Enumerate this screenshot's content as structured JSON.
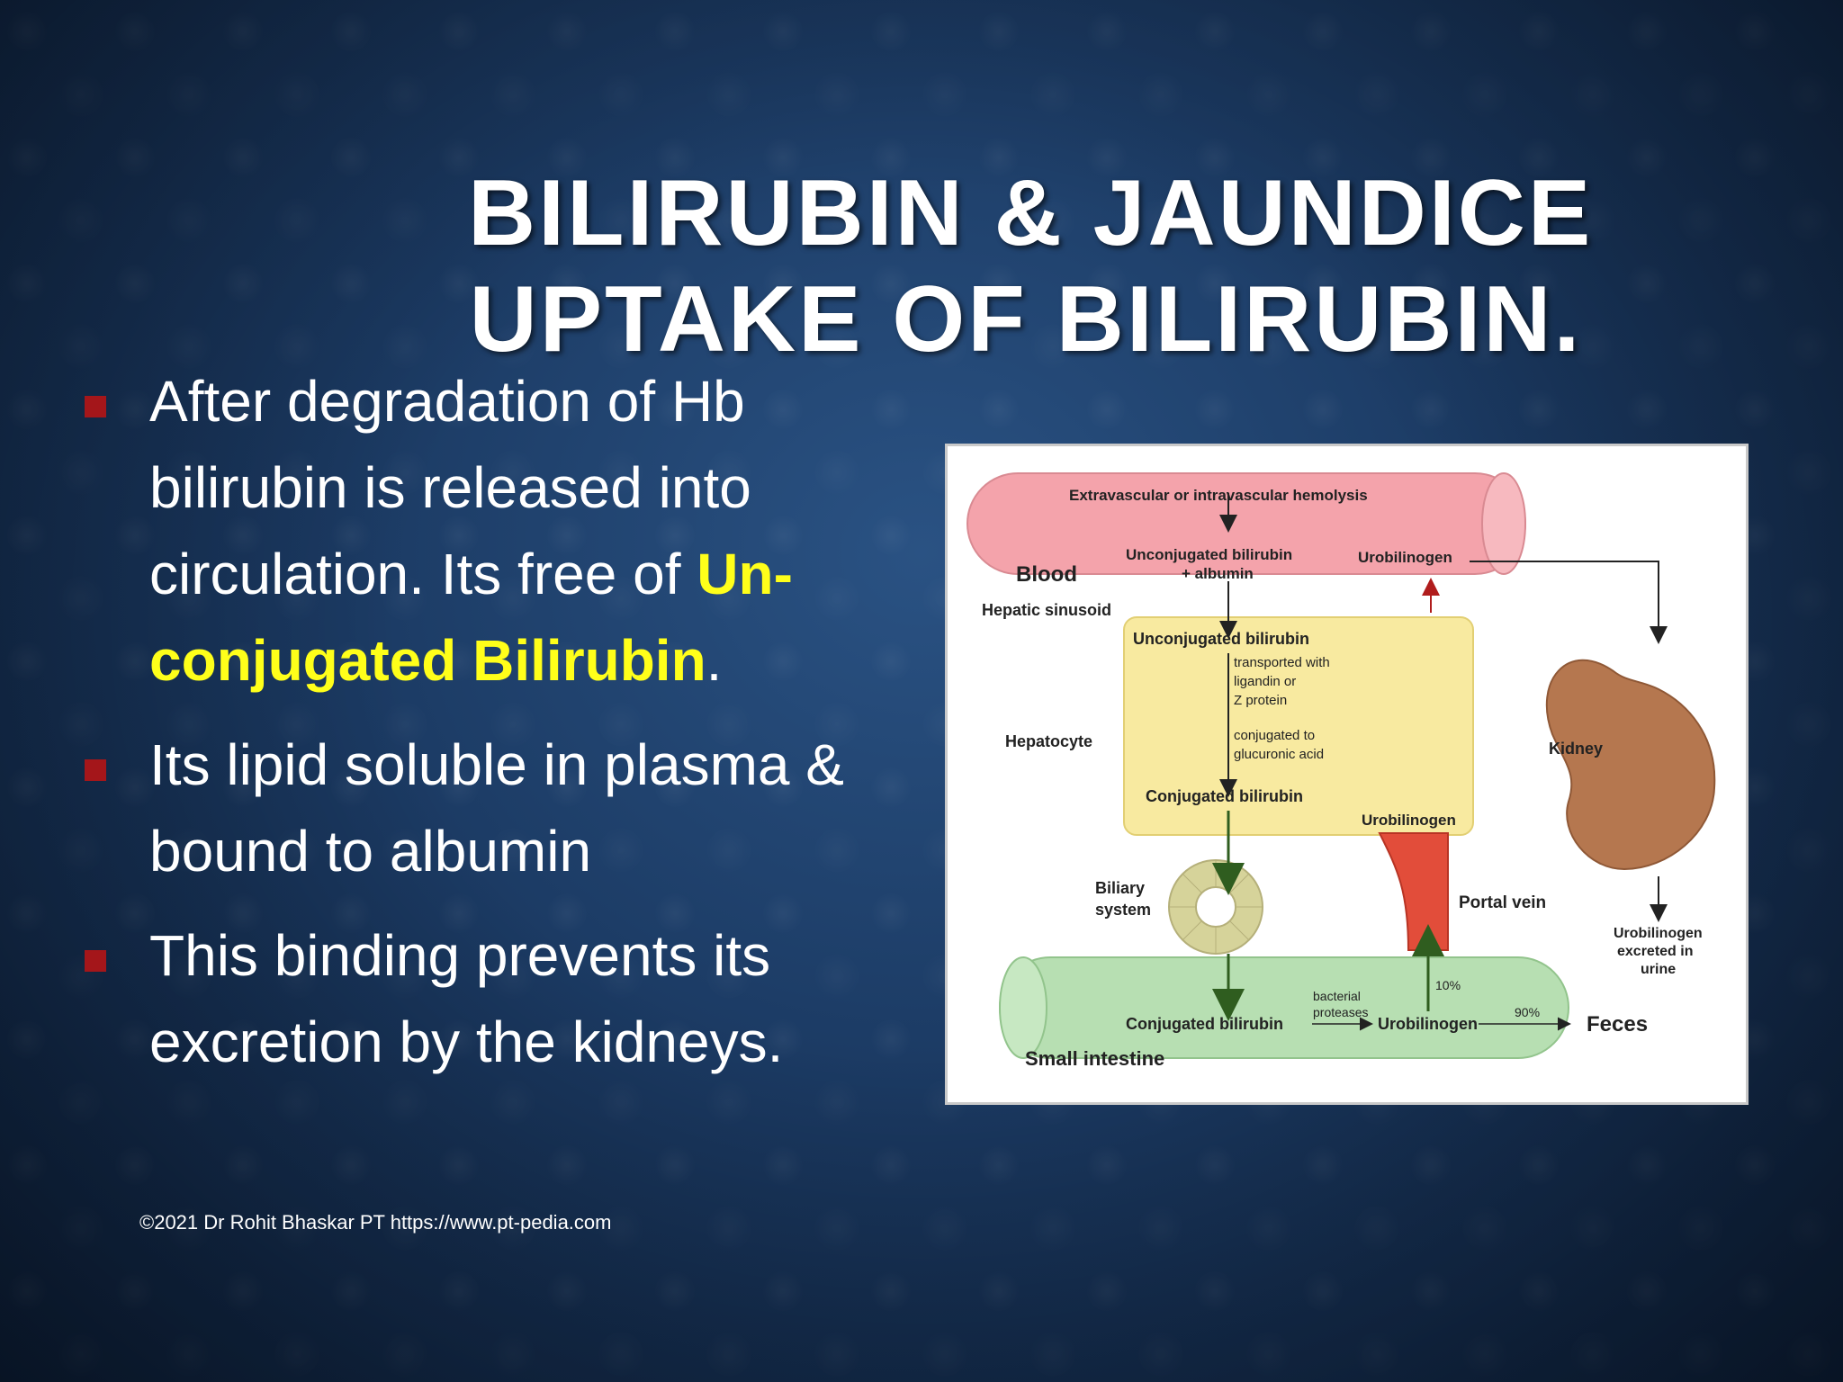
{
  "title": {
    "line1": "BILIRUBIN & JAUNDICE",
    "line2": "UPTAKE OF BILIRUBIN."
  },
  "bullets": [
    {
      "text_before": "After degradation of Hb bilirubin is released into circulation. Its free of ",
      "highlight": "Un-conjugated Bilirubin",
      "text_after": "."
    },
    {
      "text": "Its lipid soluble in plasma & bound to albumin"
    },
    {
      "text": "This binding prevents its excretion by the kidneys."
    }
  ],
  "footer": "©2021 Dr Rohit Bhaskar PT https://www.pt-pedia.com",
  "diagram": {
    "hemolysis": "Extravascular or intravascular hemolysis",
    "blood": "Blood",
    "unconj_albumin_1": "Unconjugated bilirubin",
    "unconj_albumin_2": "+ albumin",
    "urobilinogen_blood": "Urobilinogen",
    "hepatic_sinusoid": "Hepatic sinusoid",
    "unconj_hepatocyte": "Unconjugated bilirubin",
    "transported_1": "transported with",
    "transported_2": "ligandin or",
    "transported_3": "Z protein",
    "conjugated_to_1": "conjugated to",
    "conjugated_to_2": "glucuronic acid",
    "hepatocyte": "Hepatocyte",
    "conjugated_hepatocyte": "Conjugated bilirubin",
    "urobilinogen_liver": "Urobilinogen",
    "kidney": "Kidney",
    "biliary_1": "Biliary",
    "biliary_2": "system",
    "portal_vein": "Portal vein",
    "uro_excreted_1": "Urobilinogen",
    "uro_excreted_2": "excreted in",
    "uro_excreted_3": "urine",
    "pct_10": "10%",
    "bacterial_1": "bacterial",
    "bacterial_2": "proteases",
    "pct_90": "90%",
    "conj_intestine": "Conjugated bilirubin",
    "uro_intestine": "Urobilinogen",
    "feces": "Feces",
    "small_intestine": "Small intestine"
  }
}
